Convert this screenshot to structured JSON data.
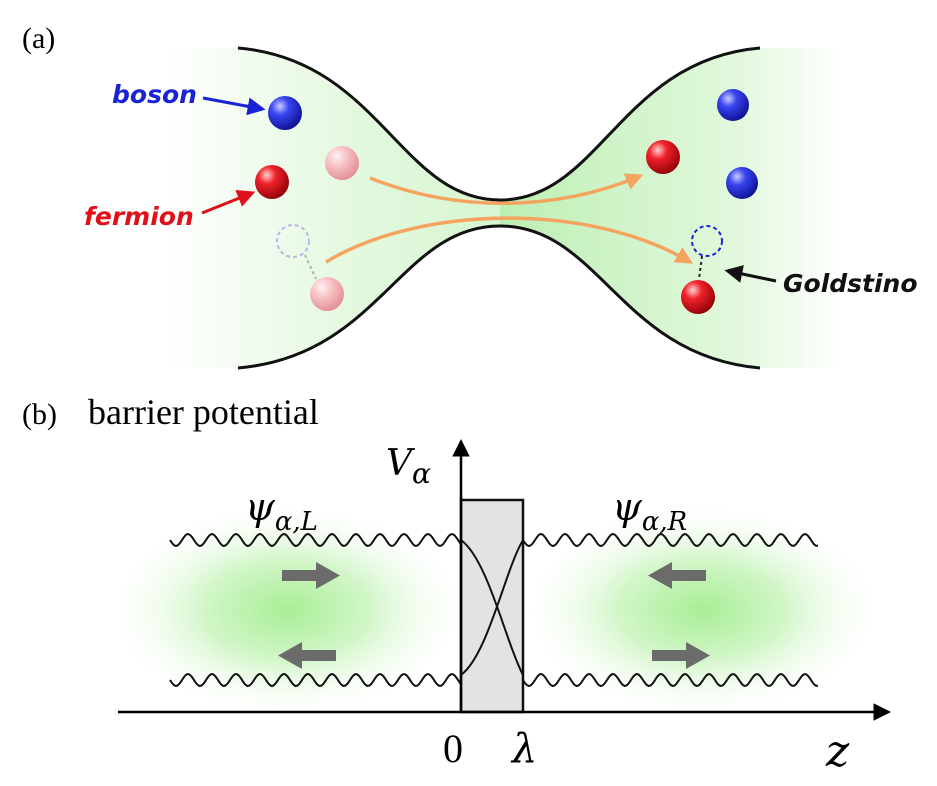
{
  "panel_a": {
    "label": "(a)",
    "boson_label": "boson",
    "fermion_label": "fermion",
    "goldstino_label": "Goldstino"
  },
  "panel_b": {
    "label": "(b)",
    "title": "barrier potential",
    "v_symbol": "V",
    "v_subscript": "α",
    "psi_left_symbol": "ψ",
    "psi_left_subscript": "α,L",
    "psi_right_symbol": "ψ",
    "psi_right_subscript": "α,R",
    "tick_zero": "0",
    "tick_lambda": "λ",
    "z_label": "z"
  },
  "colors": {
    "boson": "#1a22d6",
    "fermion": "#e0101a",
    "fermion_faded": "#f2a7ab",
    "flow_arrow": "#f5a460",
    "cloud": "#7fe07a",
    "barrier_fill": "#e3e3e3",
    "gray_arrow": "#6b6b6b"
  }
}
